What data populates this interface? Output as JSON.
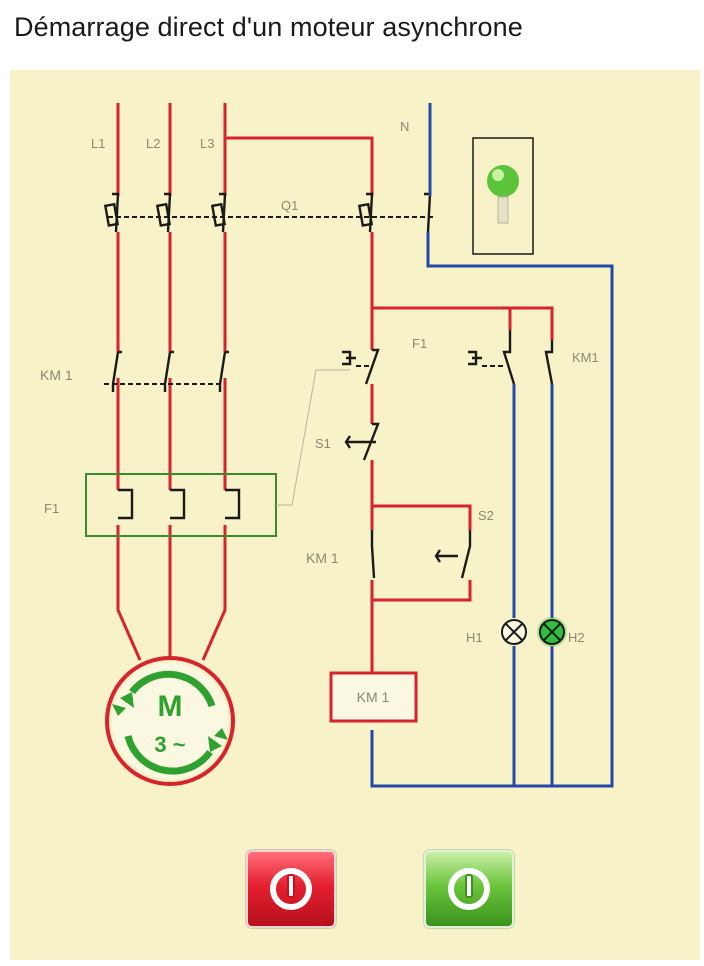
{
  "title": "Démarrage direct d'un moteur asynchrone",
  "labels": {
    "l1": "L1",
    "l2": "L2",
    "l3": "L3",
    "n": "N",
    "q1": "Q1",
    "km1_power": "KM 1",
    "f1_power": "F1",
    "f1_control": "F1",
    "km1_right": "KM1",
    "s1": "S1",
    "s2": "S2",
    "km1_hold": "KM 1",
    "h1": "H1",
    "h2": "H2",
    "coil": "KM 1",
    "motor_m": "M",
    "motor_phase": "3 ~"
  },
  "icons": {
    "indicator_lamp": "green-bulb-icon",
    "stop_button": "power-stop-icon",
    "start_button": "power-start-icon"
  },
  "colors": {
    "phase_wire": "#d7232e",
    "neutral_wire": "#2248a8",
    "motor_ring": "#2fa12f",
    "lamp_h2_on": "#2fbf3a",
    "panel_bg": "#f7f2c8"
  }
}
